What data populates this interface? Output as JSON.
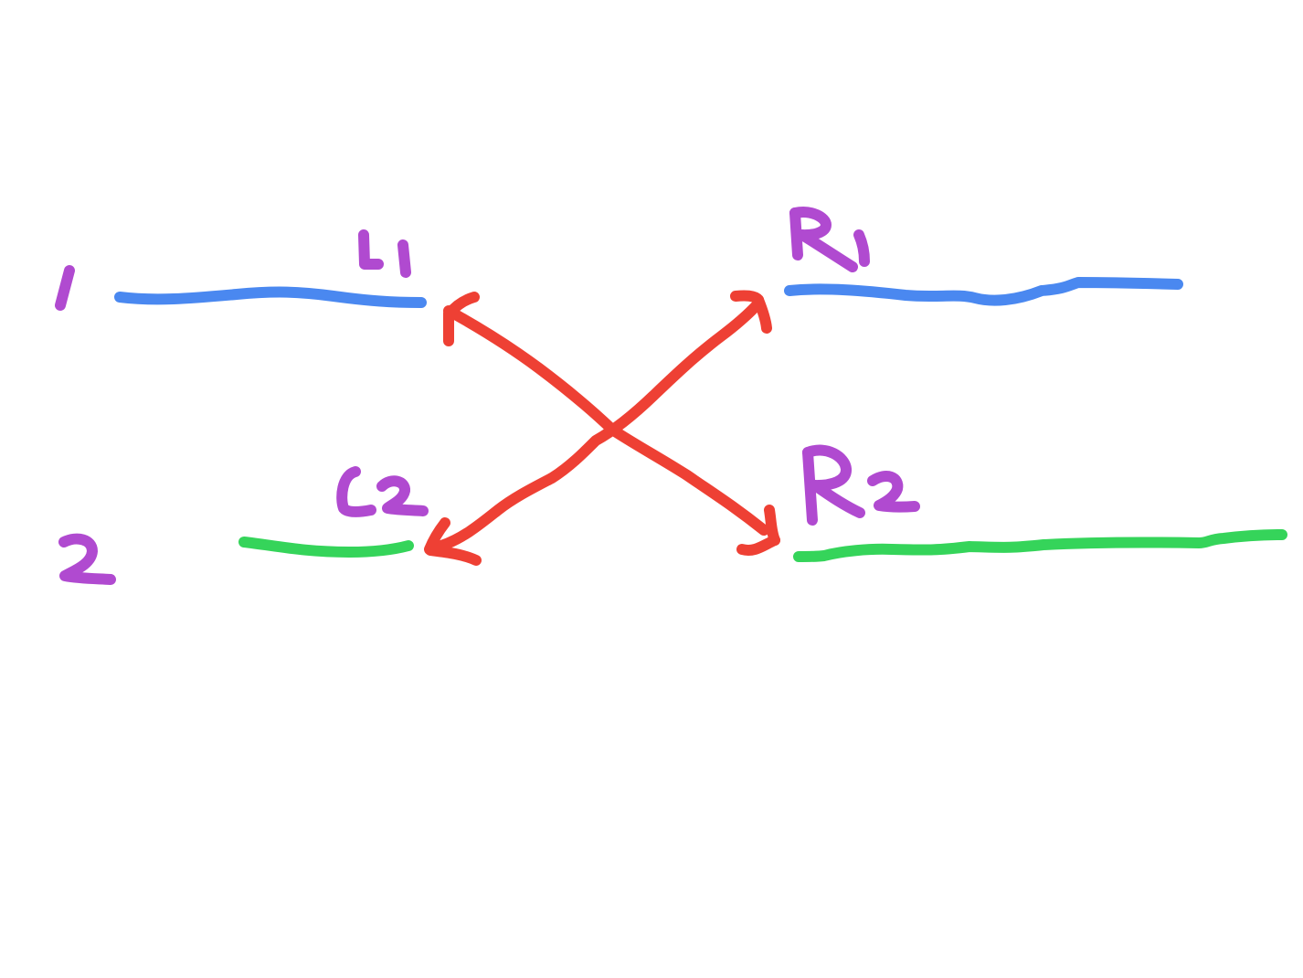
{
  "colors": {
    "background": "#ffffff",
    "label": "#b04ad0",
    "line1": "#4a88f0",
    "line2": "#35d45a",
    "arrow": "#ee4034"
  },
  "labels": {
    "row1": "1",
    "row2": "2",
    "l1": "L1",
    "r1": "R1",
    "l2": "L2",
    "r2": "R2"
  }
}
